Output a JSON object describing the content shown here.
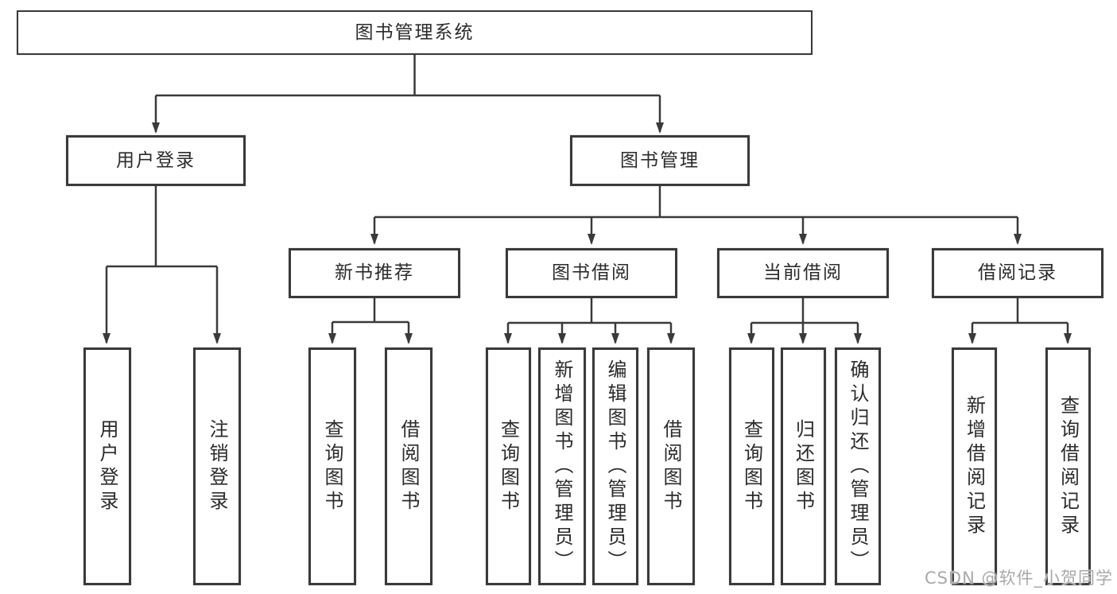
{
  "colors": {
    "line": "#3a3a3a",
    "text": "#2b2b2b",
    "background": "#ffffff",
    "watermark": "#a9a9a9"
  },
  "nodes": {
    "root": "图书管理系统",
    "level2": {
      "user": "用户登录",
      "book": "图书管理"
    },
    "level3": {
      "recommend": "新书推荐",
      "borrow": "图书借阅",
      "current": "当前借阅",
      "records": "借阅记录"
    },
    "leaves": {
      "user_login": "用户登录",
      "logout": "注销登录",
      "rec_query_books": "查询图书",
      "rec_borrow_books": "借阅图书",
      "bor_query_books": "查询图书",
      "bor_add_books": "新增图书（管理员）",
      "bor_edit_books": "编辑图书（管理员）",
      "bor_borrow_books": "借阅图书",
      "cur_query_books": "查询图书",
      "cur_return_books": "归还图书",
      "cur_confirm_return": "确认归还（管理员）",
      "log_add_record": "新增借阅记录",
      "log_query_record": "查询借阅记录"
    }
  },
  "watermark": "CSDN @软件_小贺同学"
}
